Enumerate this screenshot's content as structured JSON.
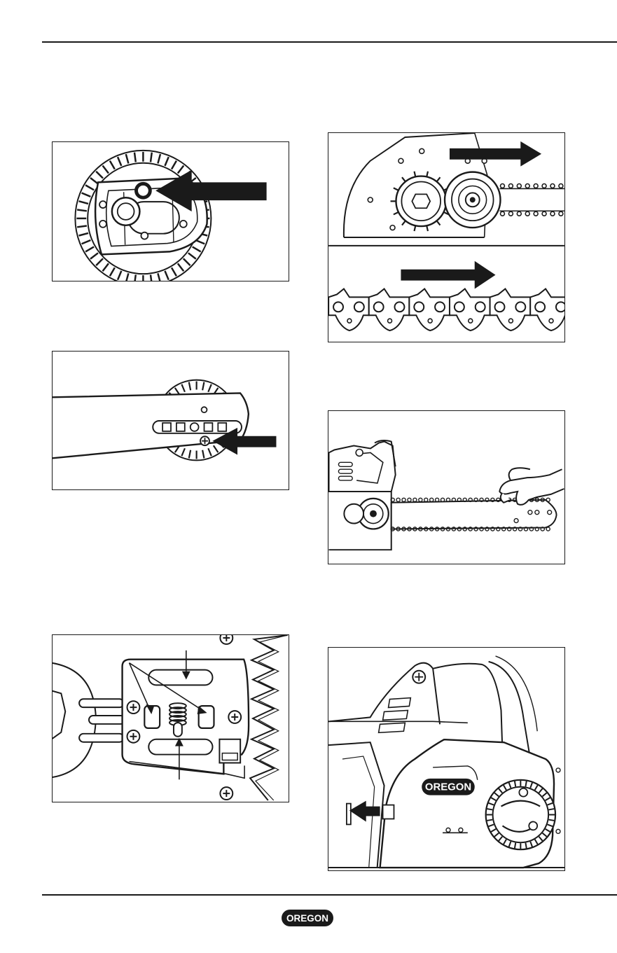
{
  "brand": {
    "logo_text": "OREGON",
    "logo_color": "#1a1a1a"
  },
  "figures": [
    {
      "id": "fig-left-1",
      "description_icon": "sprocket-cover-icon"
    },
    {
      "id": "fig-left-2",
      "description_icon": "guide-bar-icon"
    },
    {
      "id": "fig-left-3",
      "description_icon": "bar-mount-icon"
    },
    {
      "id": "fig-right-1",
      "description_icon": "chain-direction-icon"
    },
    {
      "id": "fig-right-2",
      "description_icon": "chain-tension-icon"
    },
    {
      "id": "fig-right-3",
      "description_icon": "side-cover-icon"
    }
  ]
}
